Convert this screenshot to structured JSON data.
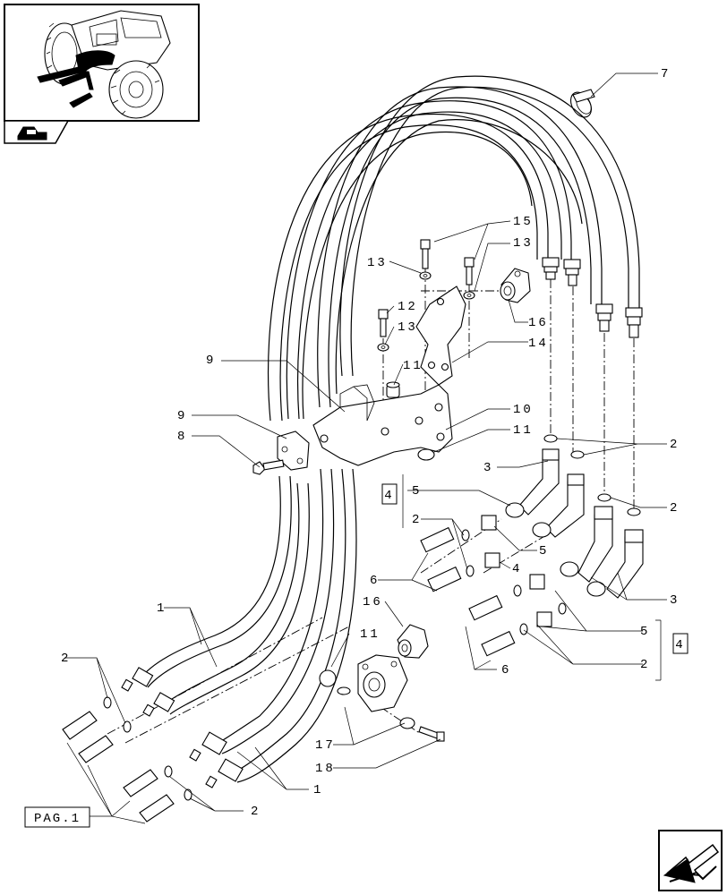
{
  "callouts": {
    "c1a": "1",
    "c1b": "1",
    "c2a": "2",
    "c2b": "2",
    "c2c": "2",
    "c2d": "2",
    "c2e": "2",
    "c2f": "2",
    "c3a": "3",
    "c3b": "3",
    "c4a": "4",
    "c4b": "4",
    "c4c": "4",
    "c5a": "5",
    "c5b": "5",
    "c5c": "5",
    "c6a": "6",
    "c6b": "6",
    "c7": "7",
    "c8": "8",
    "c9a": "9",
    "c9b": "9",
    "c10": "10",
    "c11a": "11",
    "c11b": "11",
    "c11c": "11",
    "c12": "12",
    "c13a": "13",
    "c13b": "13",
    "c13c": "13",
    "c14": "14",
    "c15": "15",
    "c16a": "16",
    "c16b": "16",
    "c17": "17",
    "c18": "18"
  },
  "page_reference": "PAG.1",
  "icons": {
    "thumbnail": "tractor-rear-view-icon",
    "section": "tractor-section-icon",
    "next_page": "next-page-arrow-icon"
  }
}
